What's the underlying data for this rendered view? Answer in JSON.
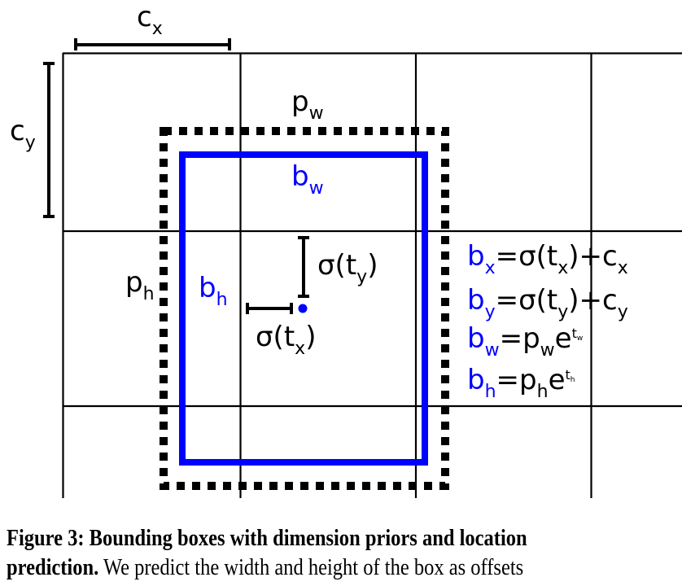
{
  "figure": {
    "labels": {
      "cx": {
        "base": "c",
        "sub": "x"
      },
      "cy": {
        "base": "c",
        "sub": "y"
      },
      "pw": {
        "base": "p",
        "sub": "w"
      },
      "ph": {
        "base": "p",
        "sub": "h"
      },
      "bw": {
        "base": "b",
        "sub": "w"
      },
      "bh": {
        "base": "b",
        "sub": "h"
      },
      "sigma_ty": {
        "pre": "σ(t",
        "sub": "y",
        "post": ")"
      },
      "sigma_tx": {
        "pre": "σ(t",
        "sub": "x",
        "post": ")"
      }
    },
    "equations": [
      {
        "lhs": "b",
        "lhs_sub": "x",
        "eq": "=σ(t",
        "mid_sub": "x",
        "rest": ")+c",
        "rest_sub": "x",
        "sup": ""
      },
      {
        "lhs": "b",
        "lhs_sub": "y",
        "eq": "=σ(t",
        "mid_sub": "y",
        "rest": ")+c",
        "rest_sub": "y",
        "sup": ""
      },
      {
        "lhs": "b",
        "lhs_sub": "w",
        "eq": "=p",
        "mid_sub": "w",
        "rest": "e",
        "rest_sub": "",
        "sup": "t",
        "sup_sub": "w"
      },
      {
        "lhs": "b",
        "lhs_sub": "h",
        "eq": "=p",
        "mid_sub": "h",
        "rest": "e",
        "rest_sub": "",
        "sup": "t",
        "sup_sub": "h"
      }
    ],
    "colors": {
      "prior_box": "#000000",
      "predicted_box": "#0000ff",
      "grid": "#000000"
    }
  },
  "caption": {
    "label": "Figure 3:",
    "title": "Bounding boxes with dimension priors and location",
    "title_cont": "prediction.",
    "body": "We predict the width and height of the box as offsets"
  }
}
